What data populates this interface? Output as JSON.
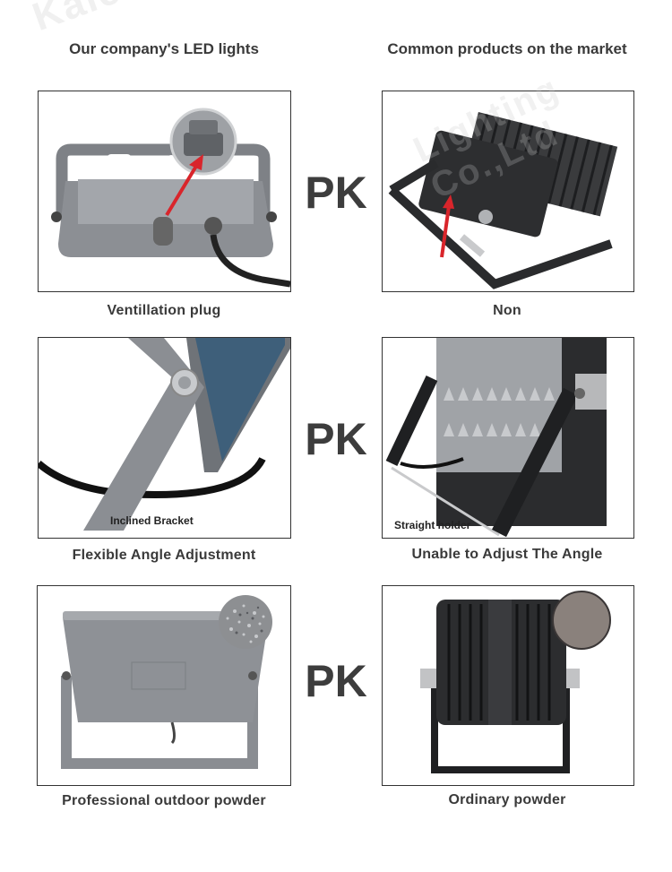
{
  "watermark": "Kaiche",
  "watermark2": "Lighting Co.,Ltd",
  "headers": {
    "left": "Our company's LED lights",
    "right": "Common products on the market"
  },
  "pk_label": "PK",
  "rows": [
    {
      "left_caption": "Ventillation plug",
      "right_caption": "Non",
      "left_inner_label": "",
      "right_inner_label": ""
    },
    {
      "left_caption": "Flexible Angle Adjustment",
      "right_caption": "Unable to Adjust The Angle",
      "left_inner_label": "Inclined Bracket",
      "right_inner_label": "Straight holder"
    },
    {
      "left_caption": "Professional outdoor powder",
      "right_caption": "Ordinary powder",
      "left_inner_label": "",
      "right_inner_label": ""
    }
  ],
  "colors": {
    "border": "#333333",
    "arrow": "#d9252b",
    "housing_grey": "#8a8d92",
    "housing_dark": "#2a2b2d"
  }
}
